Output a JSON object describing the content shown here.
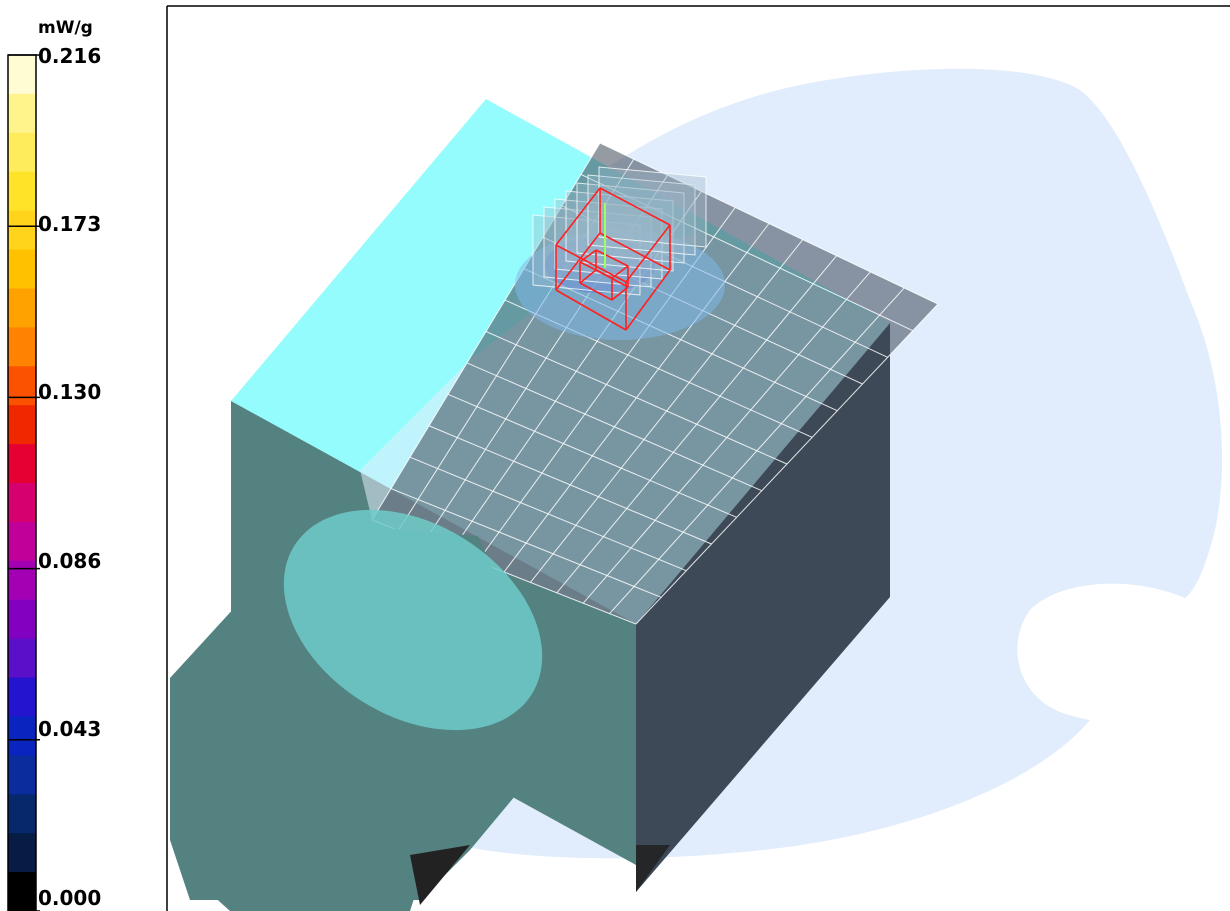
{
  "legend": {
    "unit": "mW/g",
    "ticks": [
      "0.216",
      "0.173",
      "0.130",
      "0.086",
      "0.043",
      "0.000"
    ],
    "colors": [
      "#fffcd4",
      "#fff38c",
      "#ffec5c",
      "#ffe329",
      "#ffd41a",
      "#ffc100",
      "#ffa200",
      "#ff8300",
      "#fa5200",
      "#f02800",
      "#e60032",
      "#d6006e",
      "#c1009a",
      "#a300b4",
      "#8200c0",
      "#5a10c8",
      "#2414d0",
      "#0a24c0",
      "#0a2c9c",
      "#08286c",
      "#061c44",
      "#000000"
    ]
  },
  "scene": {
    "colors": {
      "field_region": "#e1edfc",
      "phantom_top": "#94fcfc",
      "phantom_front": "#548280",
      "phantom_side": "#3e4957",
      "grid_line": "#ffffff",
      "cube_line": "#ff2020",
      "probe": "#a0ff60"
    }
  }
}
